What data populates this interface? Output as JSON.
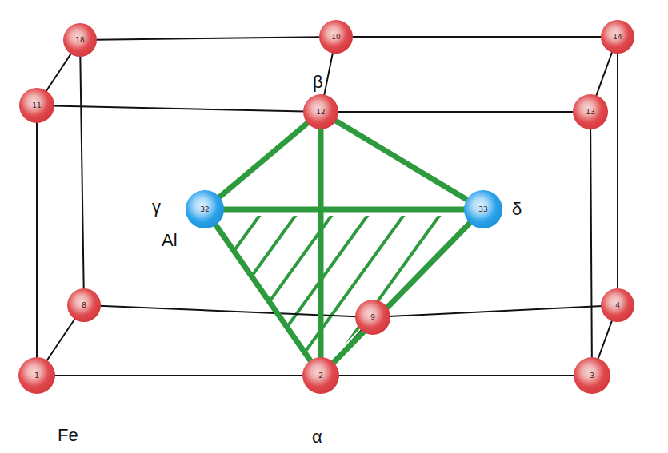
{
  "diagram": {
    "nodes": [
      {
        "text": [
          "18"
        ]
      },
      {
        "text": [
          "10"
        ]
      },
      {
        "text": [
          "14"
        ]
      },
      {
        "text": [
          "11"
        ]
      },
      {
        "text": [
          "12"
        ]
      },
      {
        "text": [
          "13"
        ]
      },
      {
        "text": [
          "32"
        ]
      },
      {
        "text": [
          "33"
        ]
      },
      {
        "text": [
          "8"
        ]
      },
      {
        "text": [
          "9"
        ]
      },
      {
        "text": [
          "4"
        ]
      },
      {
        "text": [
          "1"
        ]
      },
      {
        "text": [
          "2"
        ]
      },
      {
        "text": [
          "3"
        ]
      }
    ],
    "edges": [
      {
        "from": 0,
        "to": 1,
        "arrow": "none"
      },
      {
        "from": 1,
        "to": 2,
        "arrow": "none"
      },
      {
        "from": 3,
        "to": 4,
        "arrow": "none"
      },
      {
        "from": 4,
        "to": 5,
        "arrow": "none"
      },
      {
        "from": 0,
        "to": 3,
        "arrow": "none"
      },
      {
        "from": 1,
        "to": 4,
        "arrow": "none"
      },
      {
        "from": 2,
        "to": 5,
        "arrow": "none"
      },
      {
        "from": 3,
        "to": 11,
        "arrow": "none"
      },
      {
        "from": 0,
        "to": 8,
        "arrow": "none"
      },
      {
        "from": 2,
        "to": 10,
        "arrow": "none"
      },
      {
        "from": 5,
        "to": 13,
        "arrow": "none"
      },
      {
        "from": 8,
        "to": 9,
        "arrow": "none"
      },
      {
        "from": 9,
        "to": 10,
        "arrow": "none"
      },
      {
        "from": 11,
        "to": 12,
        "arrow": "none"
      },
      {
        "from": 12,
        "to": 13,
        "arrow": "none"
      },
      {
        "from": 8,
        "to": 11,
        "arrow": "none"
      },
      {
        "from": 9,
        "to": 12,
        "arrow": "none"
      },
      {
        "from": 10,
        "to": 13,
        "arrow": "none"
      },
      {
        "from": 4,
        "to": 6,
        "arrow": "none"
      },
      {
        "from": 4,
        "to": 7,
        "arrow": "none"
      },
      {
        "from": 4,
        "to": 12,
        "arrow": "none"
      },
      {
        "from": 6,
        "to": 7,
        "arrow": "none"
      },
      {
        "from": 6,
        "to": 12,
        "arrow": "none"
      },
      {
        "from": 7,
        "to": 12,
        "arrow": "none"
      }
    ],
    "labels": [
      "β",
      "γ",
      "Al",
      "δ",
      "Fe",
      "α"
    ]
  }
}
